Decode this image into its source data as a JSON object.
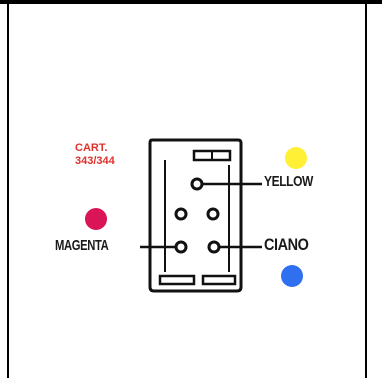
{
  "cartridge": {
    "model_line1": "CART.",
    "model_line2": "343/344"
  },
  "labels": {
    "yellow": "YELLOW",
    "magenta": "MAGENTA",
    "cyan": "CIANO"
  },
  "colors": {
    "yellow": "#fff036",
    "magenta": "#d91457",
    "cyan": "#2f6ff0",
    "label_red": "#e0302b"
  }
}
